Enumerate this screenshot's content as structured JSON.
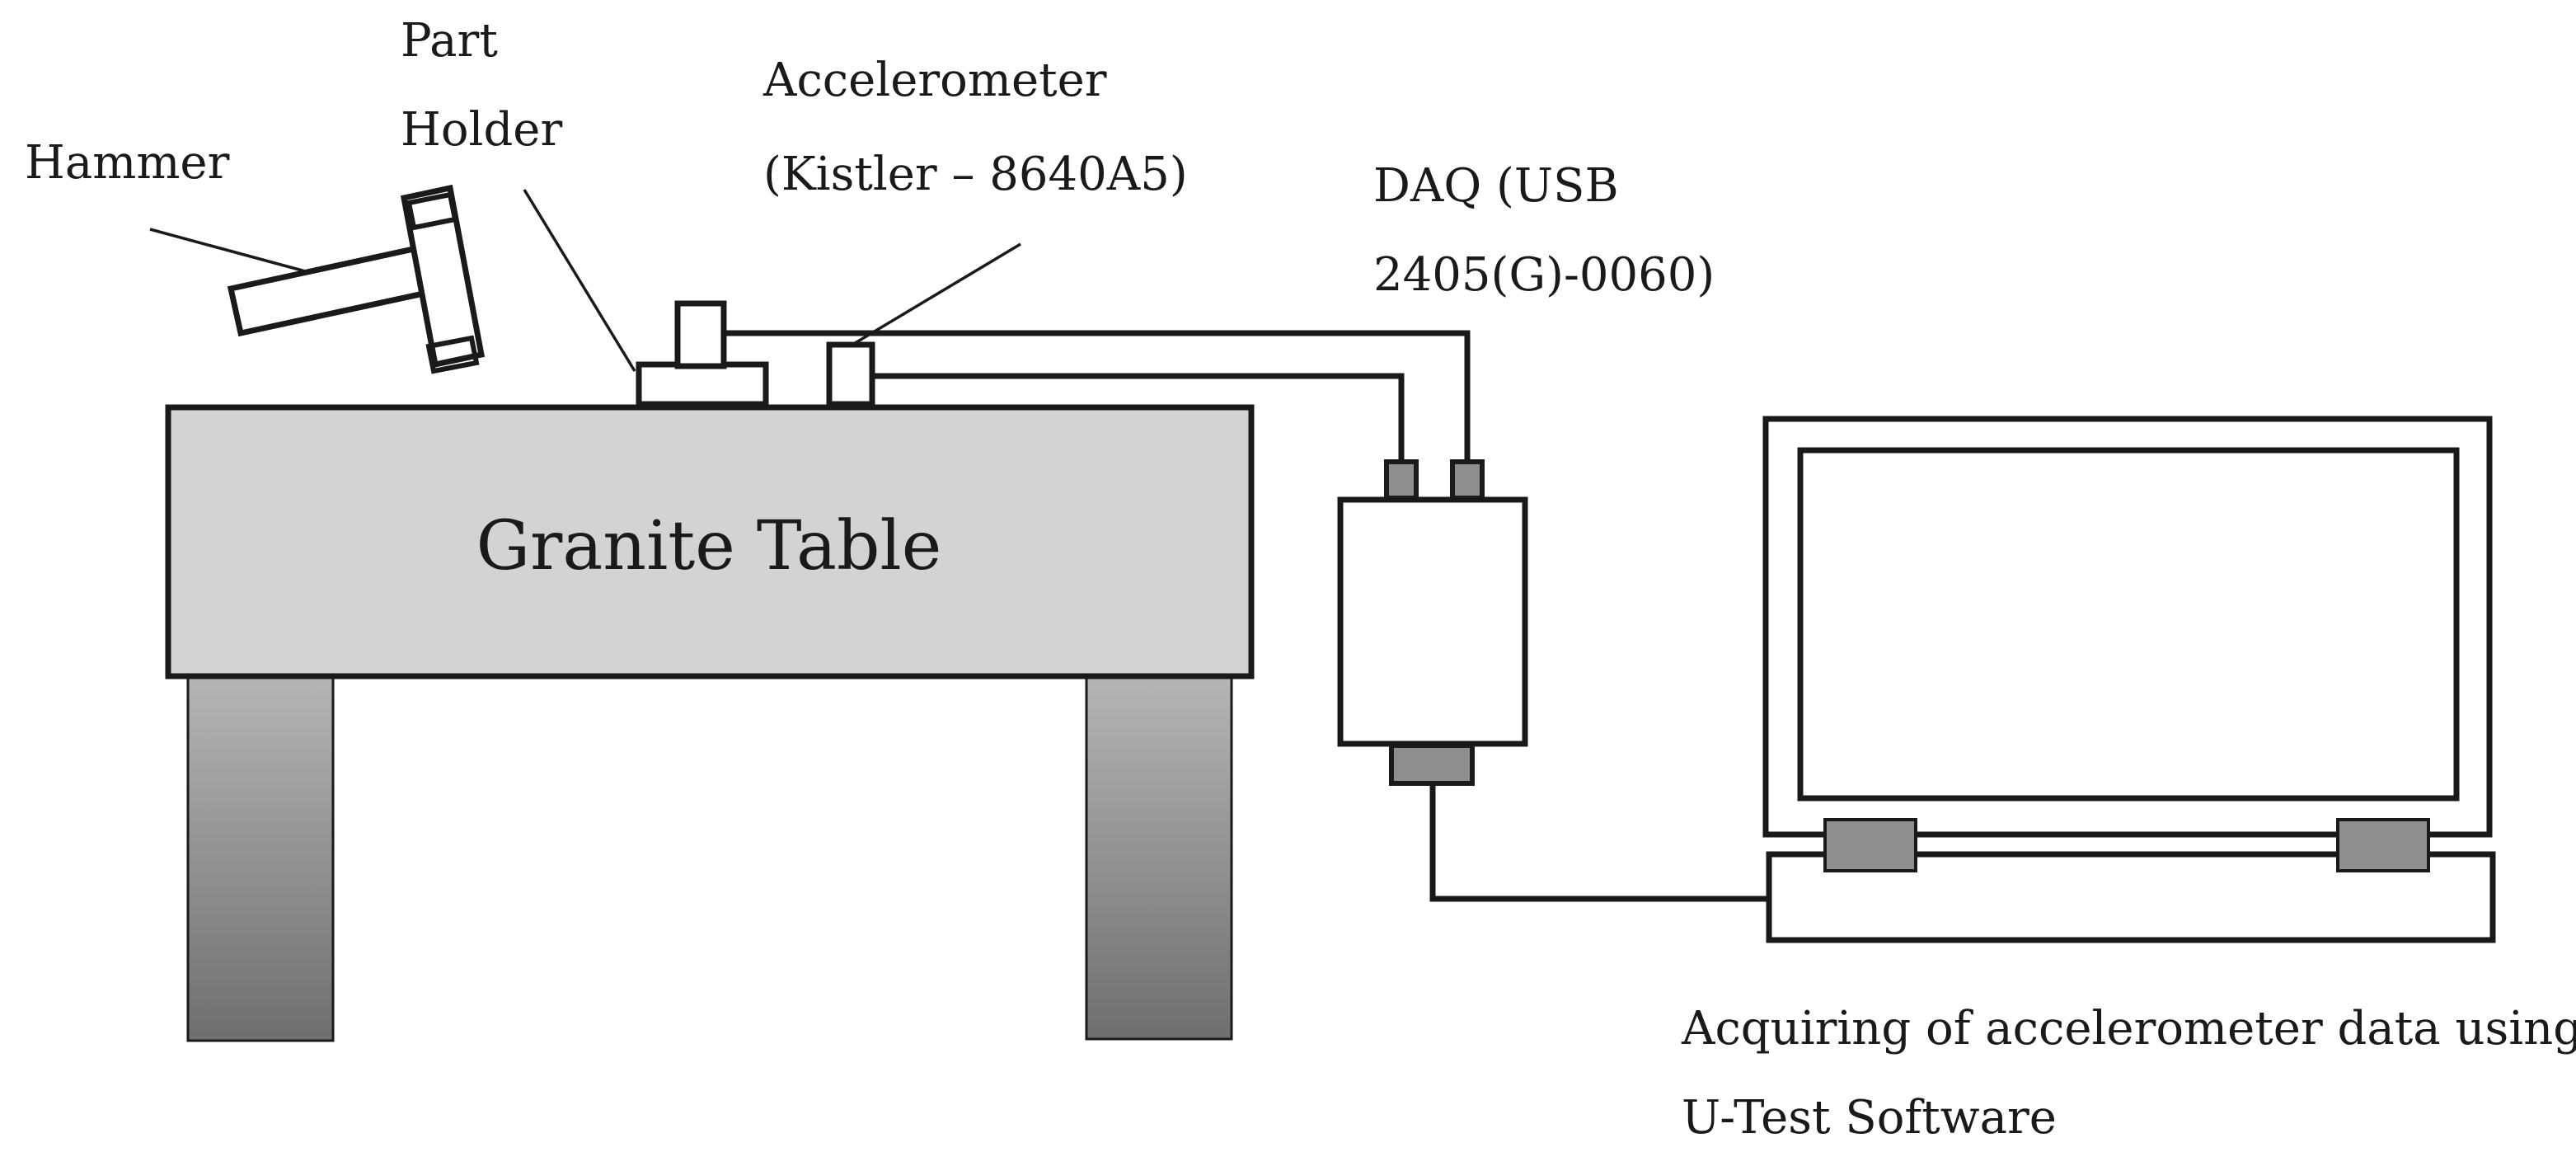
{
  "labels": {
    "hammer": "Hammer",
    "part_holder_line1": "Part",
    "part_holder_line2": "Holder",
    "accelerometer_line1": "Accelerometer",
    "accelerometer_line2": "(Kistler – 8640A5)",
    "daq_line1": "DAQ (USB",
    "daq_line2": "2405(G)-0060)",
    "table": "Granite Table",
    "software_line1": "Acquiring of accelerometer data using",
    "software_line2": "U-Test Software"
  },
  "colors": {
    "table_top": "#d3d3d3",
    "leg_top": "#b5b5b5",
    "leg_bottom": "#6f6f6f",
    "connector": "#8f8f8f",
    "hinge": "#8f8f8f",
    "stroke": "#1a1a1a",
    "background": "#ffffff"
  }
}
